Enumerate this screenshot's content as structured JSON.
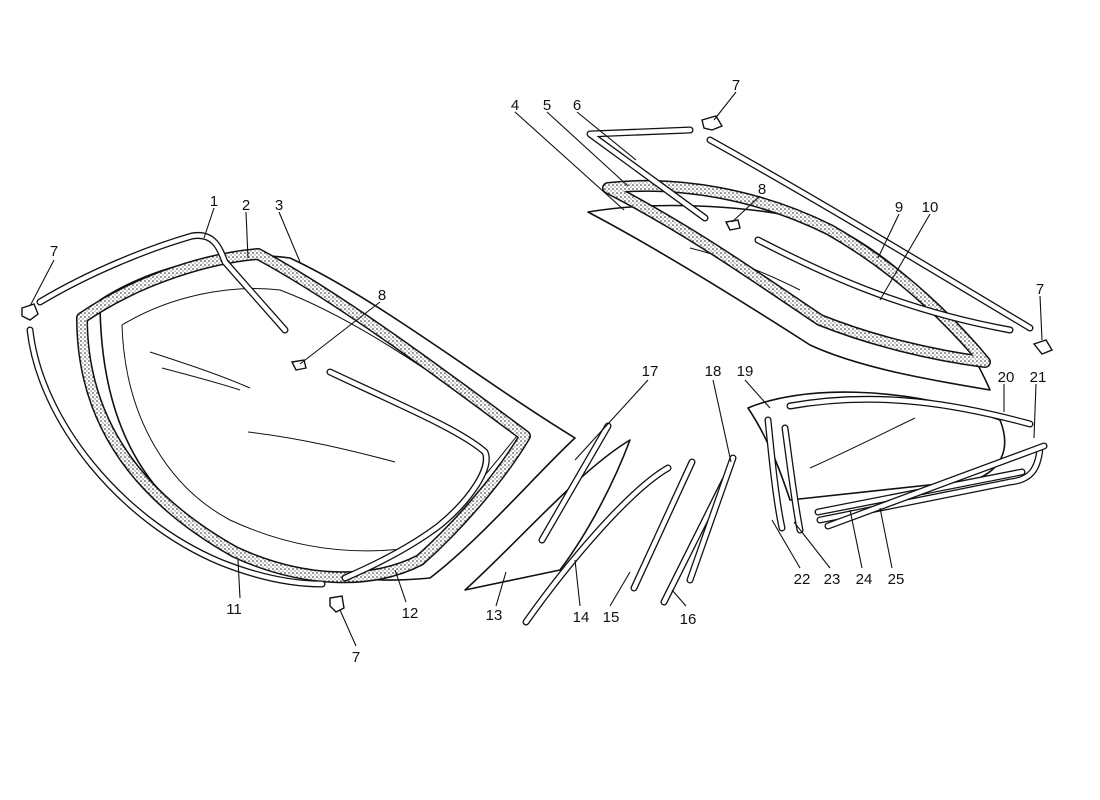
{
  "diagram": {
    "callouts": [
      {
        "id": "callout-1",
        "text": "1"
      },
      {
        "id": "callout-2",
        "text": "2"
      },
      {
        "id": "callout-3",
        "text": "3"
      },
      {
        "id": "callout-4",
        "text": "4"
      },
      {
        "id": "callout-5",
        "text": "5"
      },
      {
        "id": "callout-6",
        "text": "6"
      },
      {
        "id": "callout-7-top",
        "text": "7"
      },
      {
        "id": "callout-7-left",
        "text": "7"
      },
      {
        "id": "callout-7-bottom",
        "text": "7"
      },
      {
        "id": "callout-7-right",
        "text": "7"
      },
      {
        "id": "callout-8-front",
        "text": "8"
      },
      {
        "id": "callout-8-rear",
        "text": "8"
      },
      {
        "id": "callout-9",
        "text": "9"
      },
      {
        "id": "callout-10",
        "text": "10"
      },
      {
        "id": "callout-11",
        "text": "11"
      },
      {
        "id": "callout-12",
        "text": "12"
      },
      {
        "id": "callout-13",
        "text": "13"
      },
      {
        "id": "callout-14",
        "text": "14"
      },
      {
        "id": "callout-15",
        "text": "15"
      },
      {
        "id": "callout-16",
        "text": "16"
      },
      {
        "id": "callout-17",
        "text": "17"
      },
      {
        "id": "callout-18",
        "text": "18"
      },
      {
        "id": "callout-19",
        "text": "19"
      },
      {
        "id": "callout-20",
        "text": "20"
      },
      {
        "id": "callout-21",
        "text": "21"
      },
      {
        "id": "callout-22",
        "text": "22"
      },
      {
        "id": "callout-23",
        "text": "23"
      },
      {
        "id": "callout-24",
        "text": "24"
      },
      {
        "id": "callout-25",
        "text": "25"
      }
    ],
    "colors": {
      "line": "#111111",
      "background": "#ffffff",
      "seal_stipple": "#bdbdbd"
    }
  }
}
